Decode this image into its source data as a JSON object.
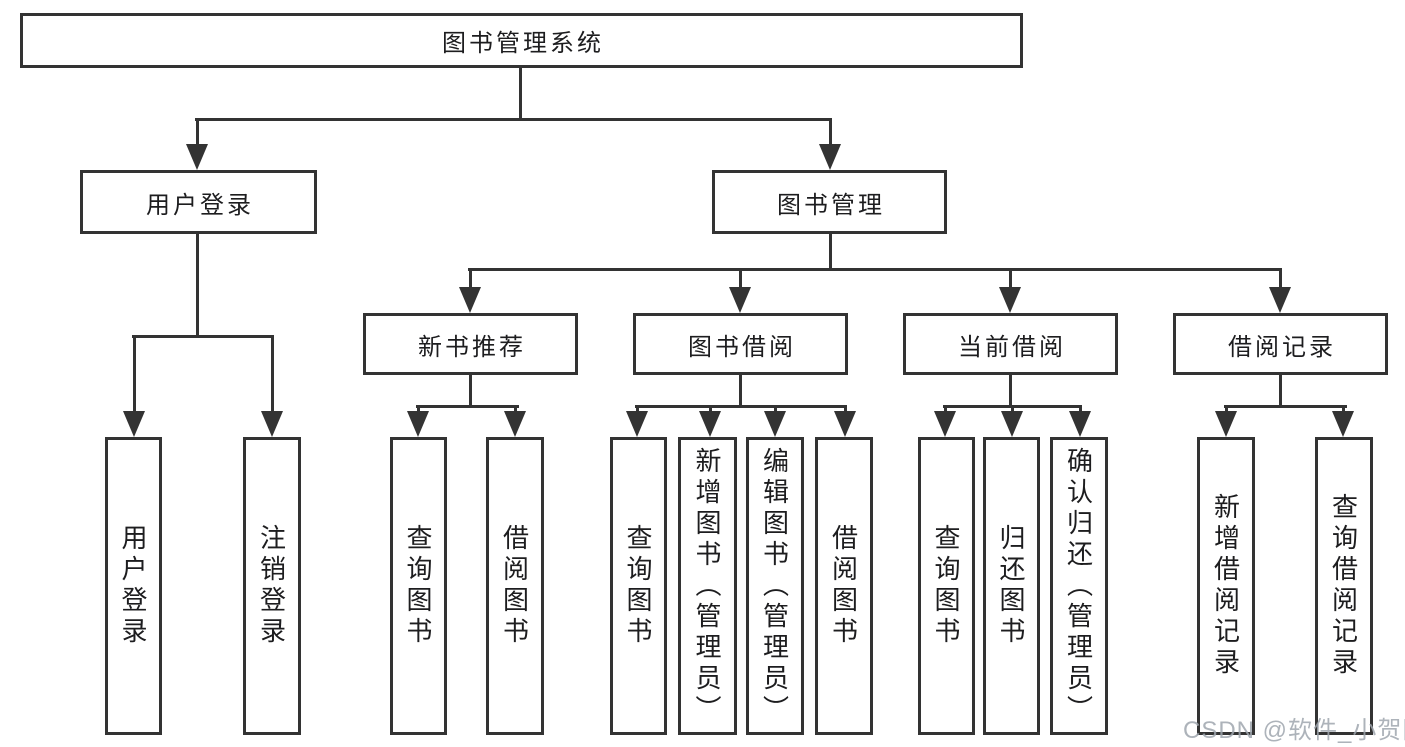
{
  "colors": {
    "line": "#333333",
    "text": "#1d1d1f",
    "watermark": "#9fa6ae",
    "background": "#ffffff"
  },
  "watermark": {
    "text": "CSDN @软件_小贺同学"
  },
  "tree": {
    "label": "图书管理系统",
    "children": [
      {
        "label": "用户登录",
        "children": [
          {
            "label": "用户登录"
          },
          {
            "label": "注销登录"
          }
        ]
      },
      {
        "label": "图书管理",
        "children": [
          {
            "label": "新书推荐",
            "children": [
              {
                "label": "查询图书"
              },
              {
                "label": "借阅图书"
              }
            ]
          },
          {
            "label": "图书借阅",
            "children": [
              {
                "label": "查询图书"
              },
              {
                "label": "新增图书（管理员）"
              },
              {
                "label": "编辑图书（管理员）"
              },
              {
                "label": "借阅图书"
              }
            ]
          },
          {
            "label": "当前借阅",
            "children": [
              {
                "label": "查询图书"
              },
              {
                "label": "归还图书"
              },
              {
                "label": "确认归还（管理员）"
              }
            ]
          },
          {
            "label": "借阅记录",
            "children": [
              {
                "label": "新增借阅记录"
              },
              {
                "label": "查询借阅记录"
              }
            ]
          }
        ]
      }
    ]
  }
}
